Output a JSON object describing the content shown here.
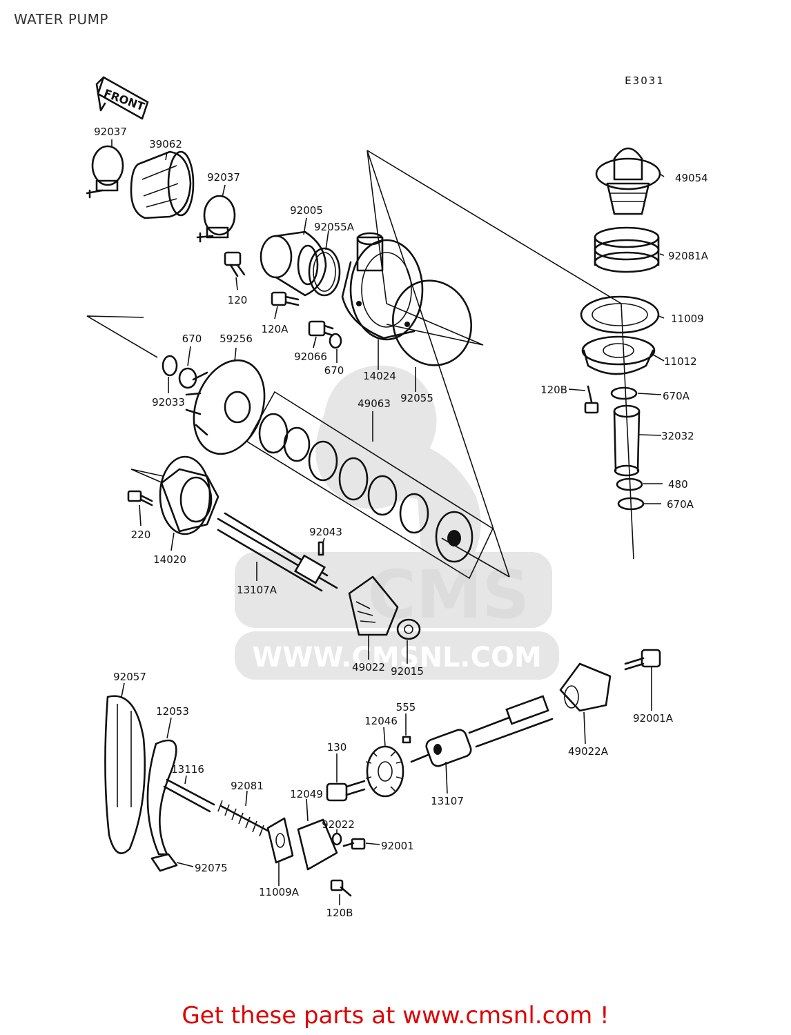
{
  "title": "WATER PUMP",
  "diagram_code": "E3031",
  "front_arrow_label": "FRONT",
  "watermark": {
    "brand": "CMS",
    "url": "WWW.CMSNL.COM"
  },
  "footer": {
    "text": "Get these parts at www.cmsnl.com !",
    "color": "#e00000"
  },
  "parts": [
    {
      "id": "p92037a",
      "label": "92037"
    },
    {
      "id": "p39062",
      "label": "39062"
    },
    {
      "id": "p92037b",
      "label": "92037"
    },
    {
      "id": "p92005",
      "label": "92005"
    },
    {
      "id": "p92055A",
      "label": "92055A"
    },
    {
      "id": "p120",
      "label": "120"
    },
    {
      "id": "p120A",
      "label": "120A"
    },
    {
      "id": "p92066",
      "label": "92066"
    },
    {
      "id": "p670a",
      "label": "670"
    },
    {
      "id": "p14024",
      "label": "14024"
    },
    {
      "id": "p92055",
      "label": "92055"
    },
    {
      "id": "p49054",
      "label": "49054"
    },
    {
      "id": "p92081A",
      "label": "92081A"
    },
    {
      "id": "p11009",
      "label": "11009"
    },
    {
      "id": "p11012",
      "label": "11012"
    },
    {
      "id": "p120B_a",
      "label": "120B"
    },
    {
      "id": "p670A_a",
      "label": "670A"
    },
    {
      "id": "p32032",
      "label": "32032"
    },
    {
      "id": "p480",
      "label": "480"
    },
    {
      "id": "p670A_b",
      "label": "670A"
    },
    {
      "id": "p670b",
      "label": "670"
    },
    {
      "id": "p59256",
      "label": "59256"
    },
    {
      "id": "p92033",
      "label": "92033"
    },
    {
      "id": "p49063",
      "label": "49063"
    },
    {
      "id": "p220",
      "label": "220"
    },
    {
      "id": "p14020",
      "label": "14020"
    },
    {
      "id": "p92043",
      "label": "92043"
    },
    {
      "id": "p13107A",
      "label": "13107A"
    },
    {
      "id": "p49022",
      "label": "49022"
    },
    {
      "id": "p92015",
      "label": "92015"
    },
    {
      "id": "p92057",
      "label": "92057"
    },
    {
      "id": "p12053",
      "label": "12053"
    },
    {
      "id": "p13116",
      "label": "13116"
    },
    {
      "id": "p92081",
      "label": "92081"
    },
    {
      "id": "p12049",
      "label": "12049"
    },
    {
      "id": "p92022",
      "label": "92022"
    },
    {
      "id": "p92001",
      "label": "92001"
    },
    {
      "id": "p92075",
      "label": "92075"
    },
    {
      "id": "p11009A",
      "label": "11009A"
    },
    {
      "id": "p120B_b",
      "label": "120B"
    },
    {
      "id": "p130",
      "label": "130"
    },
    {
      "id": "p12046",
      "label": "12046"
    },
    {
      "id": "p555",
      "label": "555"
    },
    {
      "id": "p13107",
      "label": "13107"
    },
    {
      "id": "p49022A",
      "label": "49022A"
    },
    {
      "id": "p92001A",
      "label": "92001A"
    }
  ]
}
